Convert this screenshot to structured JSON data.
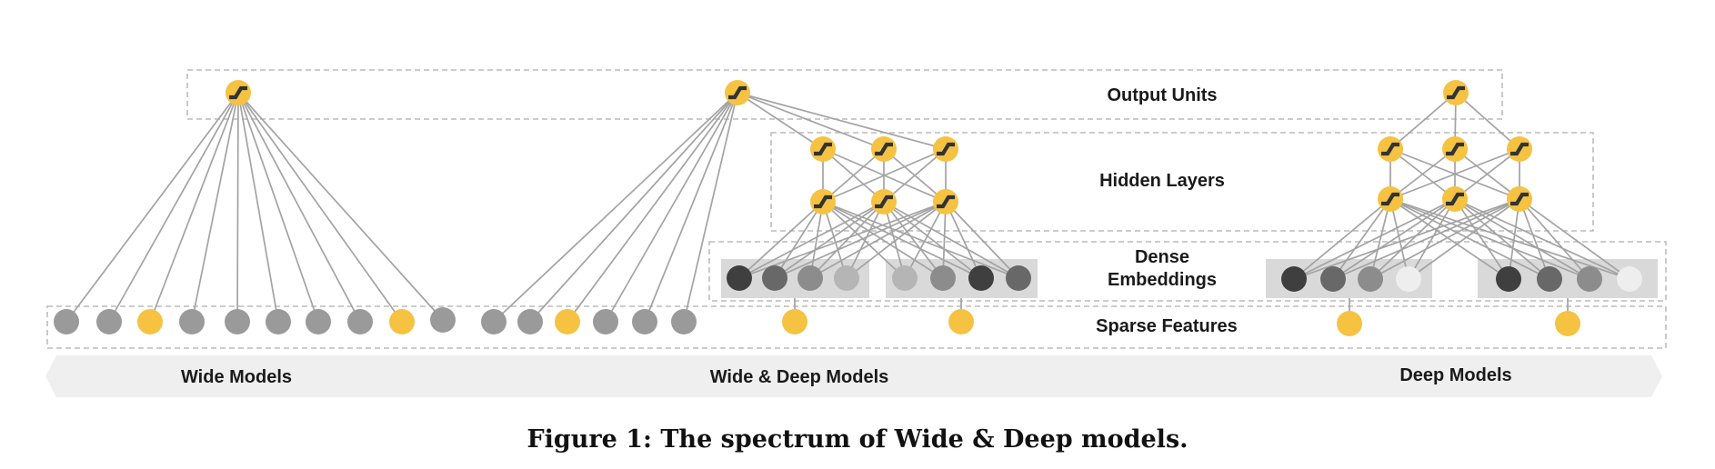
{
  "layers": {
    "output": "Output Units",
    "hidden": "Hidden Layers",
    "dense_line1": "Dense",
    "dense_line2": "Embeddings",
    "sparse": "Sparse Features"
  },
  "models": {
    "wide": "Wide Models",
    "wide_deep": "Wide & Deep Models",
    "deep": "Deep Models"
  },
  "caption": "Figure 1: The spectrum of Wide & Deep models.",
  "colors": {
    "accent": "#f5c242",
    "feature_gray": "#9a9a9a",
    "edge": "#a3a3a3",
    "band": "#efefef",
    "panel": "#d9d9d9",
    "dash": "#bcbcbc",
    "emb_shades": [
      "#3f3f3f",
      "#686868",
      "#8c8c8c",
      "#b5b5b5",
      "#eeeeee"
    ]
  },
  "icons": {
    "unit": "sigmoid-unit-icon",
    "feature": "sparse-feature-node",
    "embedding": "embedding-node"
  }
}
